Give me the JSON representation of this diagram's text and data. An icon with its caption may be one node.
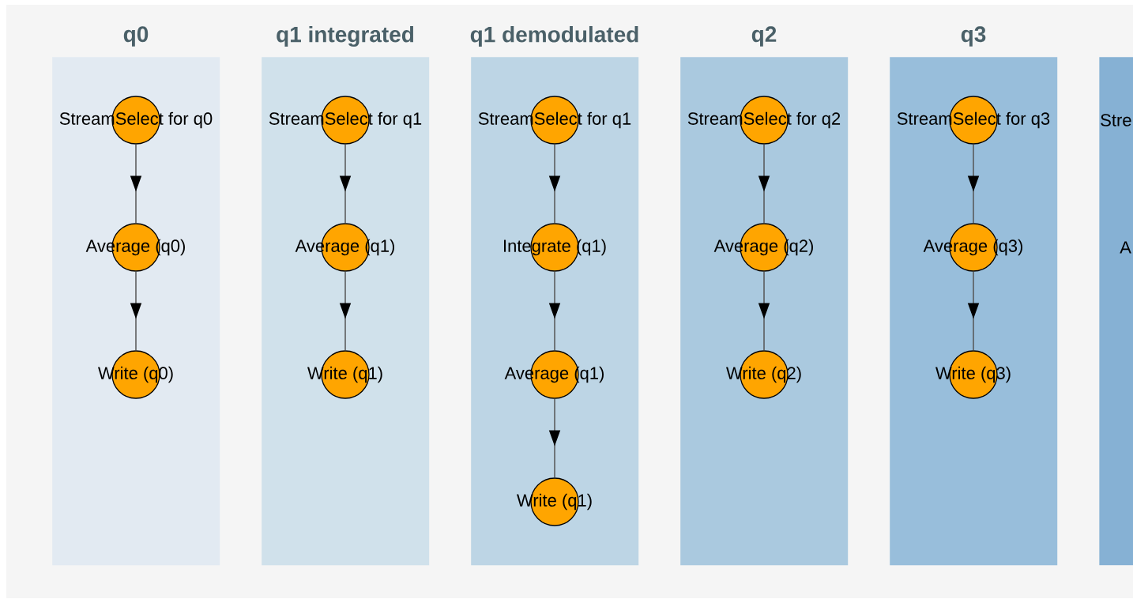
{
  "diagram": {
    "nodes": [
      {
        "text": [
          "q0"
        ]
      },
      {
        "text": [
          "StreamSelect for q0"
        ],
        "in": 0
      },
      {
        "text": [
          "Average (q0)"
        ],
        "in": 0
      },
      {
        "text": [
          "Write (q0)"
        ],
        "in": 0
      },
      {
        "text": [
          "q1 integrated"
        ]
      },
      {
        "text": [
          "StreamSelect for q1"
        ],
        "in": 4
      },
      {
        "text": [
          "Average (q1)"
        ],
        "in": 4
      },
      {
        "text": [
          "Write (q1)"
        ],
        "in": 4
      },
      {
        "text": [
          "q1 demodulated"
        ]
      },
      {
        "text": [
          "StreamSelect for q1"
        ],
        "in": 8
      },
      {
        "text": [
          "Integrate (q1)"
        ],
        "in": 8
      },
      {
        "text": [
          "Average (q1)"
        ],
        "in": 8
      },
      {
        "text": [
          "Write (q1)"
        ],
        "in": 8
      },
      {
        "text": [
          "q2"
        ]
      },
      {
        "text": [
          "StreamSelect for q2"
        ],
        "in": 13
      },
      {
        "text": [
          "Average (q2)"
        ],
        "in": 13
      },
      {
        "text": [
          "Write (q2)"
        ],
        "in": 13
      },
      {
        "text": [
          "q3"
        ]
      },
      {
        "text": [
          "StreamSelect for q3"
        ],
        "in": 17
      },
      {
        "text": [
          "Average (q3)"
        ],
        "in": 17
      },
      {
        "text": [
          "Write (q3)"
        ],
        "in": 17
      },
      {
        "text": [],
        "shape": "box"
      }
    ],
    "edges": [
      {
        "from": 1,
        "to": 2,
        "arrow": "to"
      },
      {
        "from": 2,
        "to": 3,
        "arrow": "to"
      },
      {
        "from": 5,
        "to": 6,
        "arrow": "to"
      },
      {
        "from": 6,
        "to": 7,
        "arrow": "to"
      },
      {
        "from": 9,
        "to": 10,
        "arrow": "to"
      },
      {
        "from": 10,
        "to": 11,
        "arrow": "to"
      },
      {
        "from": 11,
        "to": 12,
        "arrow": "to"
      },
      {
        "from": 14,
        "to": 15,
        "arrow": "to"
      },
      {
        "from": 15,
        "to": 16,
        "arrow": "to"
      },
      {
        "from": 18,
        "to": 19,
        "arrow": "to"
      },
      {
        "from": 19,
        "to": 20,
        "arrow": "to"
      }
    ],
    "labels": [
      "Stre",
      "A"
    ]
  }
}
